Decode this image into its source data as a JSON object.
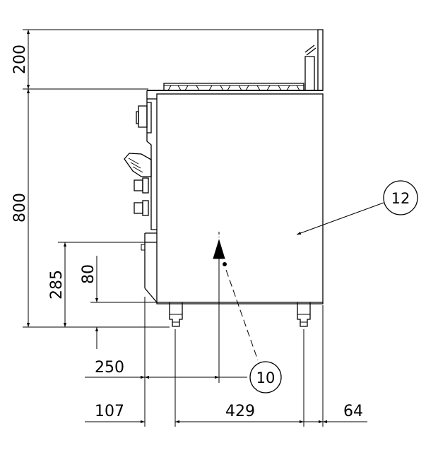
{
  "dimensions": {
    "top_height": "200",
    "body_height": "800",
    "inlet_height": "285",
    "foot_height": "80",
    "inlet_offset": "250",
    "front_overhang": "107",
    "foot_spacing": "429",
    "rear_offset": "64"
  },
  "callouts": {
    "label_10": "10",
    "label_12": "12"
  }
}
